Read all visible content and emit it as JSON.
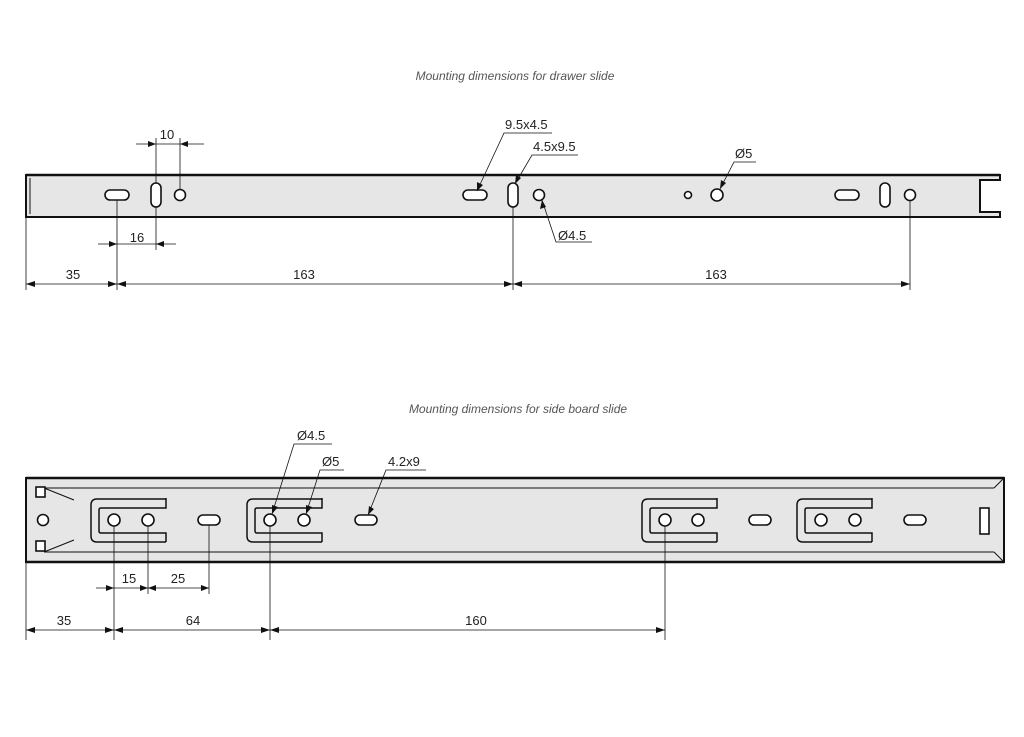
{
  "drawer_slide": {
    "title": "Mounting dimensions for drawer slide",
    "dims": {
      "d10": "10",
      "d16": "16",
      "d35": "35",
      "d163a": "163",
      "d163b": "163"
    },
    "callouts": {
      "slot_h": "9.5x4.5",
      "slot_v": "4.5x9.5",
      "hole_45": "Ø4.5",
      "hole_5": "Ø5"
    }
  },
  "side_board_slide": {
    "title": "Mounting dimensions for side board slide",
    "dims": {
      "d15": "15",
      "d25": "25",
      "d35": "35",
      "d64": "64",
      "d160": "160"
    },
    "callouts": {
      "hole_45": "Ø4.5",
      "hole_5": "Ø5",
      "slot": "4.2x9"
    }
  }
}
